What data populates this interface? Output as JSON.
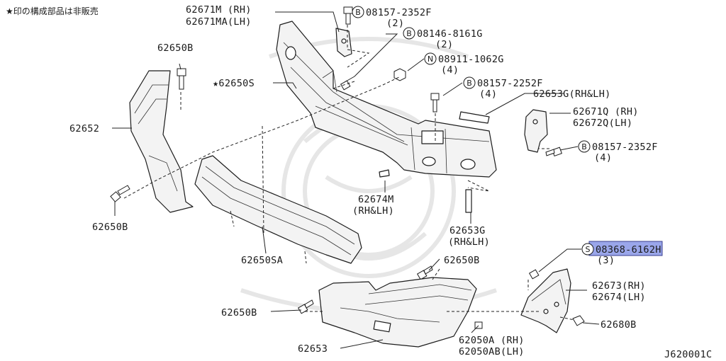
{
  "note": "★印の構成部品は非販売",
  "diagram_code": "J620001C",
  "labels": {
    "p62671m": "62671M (RH)",
    "p62671ma": "62671MA(LH)",
    "b08157_2352f_top": "08157-2352F",
    "b08157_2352f_top_qty": "(2)",
    "b08146_8161g": "08146-8161G",
    "b08146_8161g_qty": "(2)",
    "n08911_1062g": "08911-1062G",
    "n08911_1062g_qty": "(4)",
    "b08157_2252f": "08157-2252F",
    "b08157_2252f_qty": "(4)",
    "p62653g_top": "62653G(RH&LH)",
    "p62671q": "62671Q (RH)",
    "p62672q": "62672Q(LH)",
    "b08157_2352f_right": "08157-2352F",
    "b08157_2352f_right_qty": "(4)",
    "p62650b_top": "62650B",
    "p62650s": "★62650S",
    "p62652": "62652",
    "p62650b_left": "62650B",
    "p62674m": "62674M",
    "p62674m_sub": "(RH&LH)",
    "p62653g_mid": "62653G",
    "p62653g_mid_sub": "(RH&LH)",
    "s08368_6162h": "08368-6162H",
    "s08368_6162h_qty": "(3)",
    "p62650sa": "62650SA",
    "p62650b_mid": "62650B",
    "p62673": "62673(RH)",
    "p62674": "62674(LH)",
    "p62650b_bottom": "62650B",
    "p62680b": "62680B",
    "p62653": "62653",
    "p62050a": "62050A (RH)",
    "p62050ab": "62050AB(LH)"
  },
  "symbols": {
    "b": "B",
    "n": "N",
    "s": "S"
  }
}
